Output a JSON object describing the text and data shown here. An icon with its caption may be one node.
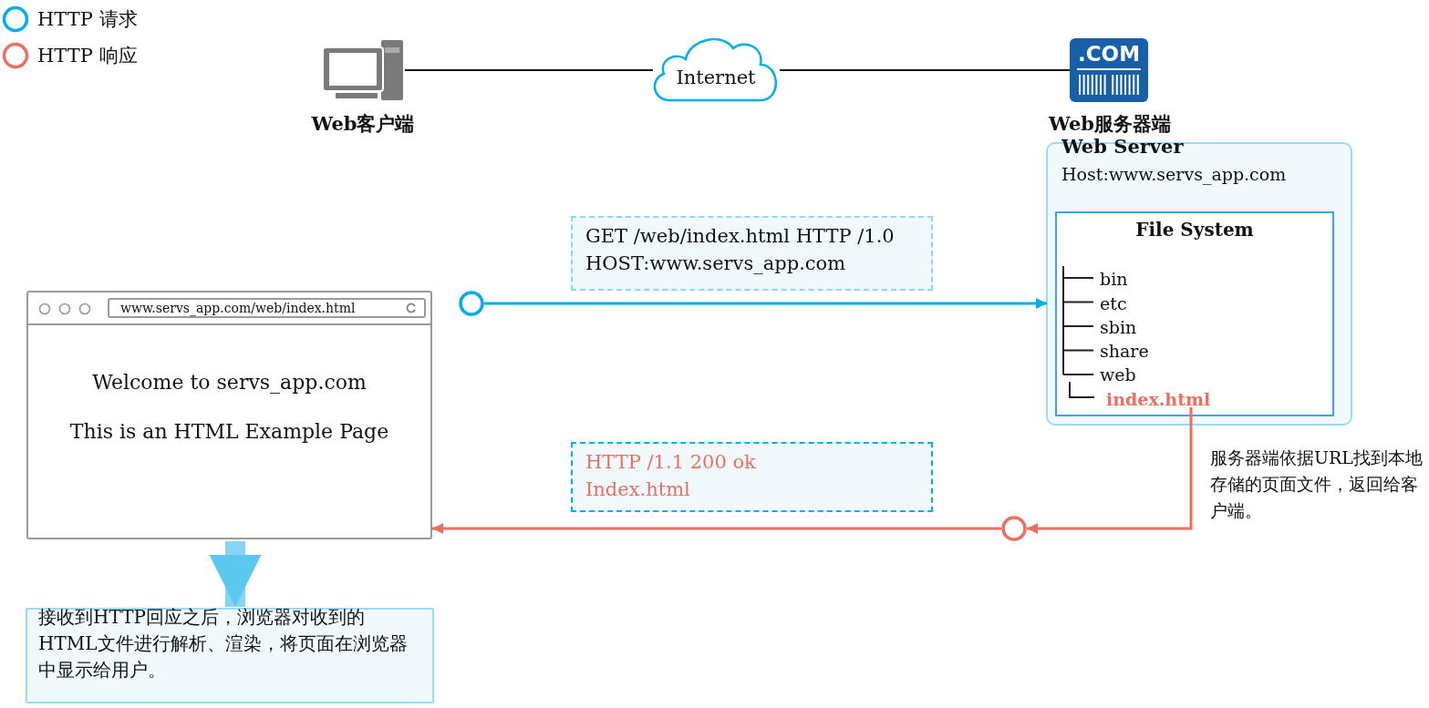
{
  "diagram": {
    "nodes": [
      {
        "text": [
          "Web客户端"
        ]
      },
      {
        "text": [
          "Internet"
        ]
      },
      {
        "text": [
          ".COM",
          "Web服务器端"
        ]
      },
      {
        "text": [
          "Web Server",
          "Host:www.servs_app.com"
        ]
      },
      {
        "text": [
          "File System"
        ],
        "in": 3
      },
      {
        "text": [
          "bin"
        ],
        "in": 4
      },
      {
        "text": [
          "etc"
        ],
        "in": 4
      },
      {
        "text": [
          "sbin"
        ],
        "in": 4
      },
      {
        "text": [
          "share"
        ],
        "in": 4
      },
      {
        "text": [
          "web"
        ],
        "in": 4
      },
      {
        "text": [
          "index.html"
        ],
        "in": 4
      },
      {
        "text": [
          "www.servs_app.com/web/index.html",
          "Welcome to servs_app.com",
          "This is an HTML Example Page"
        ]
      },
      {
        "text": [
          "GET /web/index.html HTTP /1.0",
          "HOST:www.servs_app.com"
        ]
      },
      {
        "text": [
          "HTTP /1.1 200 ok",
          "Index.html"
        ]
      },
      {
        "text": [],
        "shape": "circle"
      },
      {
        "text": [],
        "shape": "circle"
      },
      {
        "text": [
          "接收到HTTP回应之后，浏览器对收到的HTML文件进行解析、渲染，将页面在浏览器中显示给用户。"
        ]
      }
    ],
    "edges": [
      {
        "from": 0,
        "to": 1,
        "arrow": "none"
      },
      {
        "from": 1,
        "to": 2,
        "arrow": "none"
      },
      {
        "from": 14,
        "to": 3,
        "arrow": "to",
        "color": "#00aeef"
      },
      {
        "from": 10,
        "to": 15,
        "arrow": "to",
        "color": "#ec6f5f"
      },
      {
        "from": 15,
        "to": 11,
        "arrow": "to",
        "color": "#ec6f5f"
      },
      {
        "from": 11,
        "to": 16,
        "arrow": "to",
        "style": "thick",
        "color": "#5bc8ef"
      }
    ],
    "labels": [
      "服务器端依据URL找到本地存储的页面文件，返回给客户端。"
    ],
    "legend": [
      {
        "text": "HTTP 请求",
        "color": "#00aeef"
      },
      {
        "text": "HTTP 响应",
        "color": "#ec6f5f"
      }
    ]
  }
}
